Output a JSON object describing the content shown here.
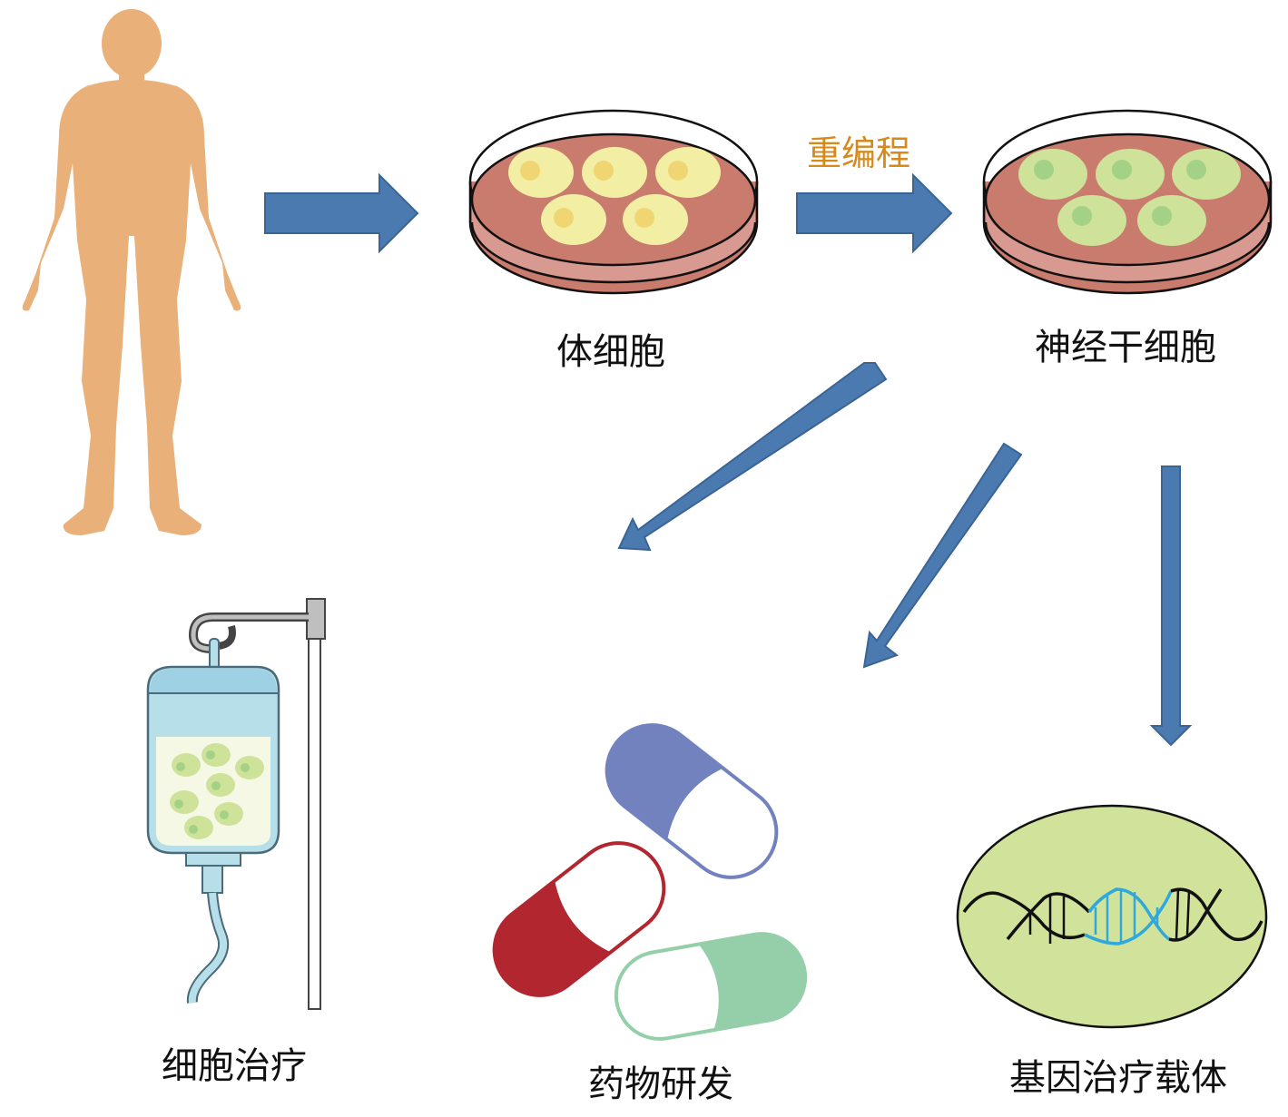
{
  "labels": {
    "somatic_cells": "体细胞",
    "reprogramming": "重编程",
    "neural_stem_cells": "神经干细胞",
    "cell_therapy": "细胞治疗",
    "drug_development": "药物研发",
    "gene_therapy_vector": "基因治疗载体"
  },
  "colors": {
    "arrow": "#4a7ab0",
    "arrow_stroke": "#3a6494",
    "human": "#e9b07a",
    "dish_medium": "#c97b6e",
    "dish_rim": "#d89a90",
    "somatic_cell": "#f2efa4",
    "somatic_nucleus": "#f0d672",
    "stem_cell": "#cfe29a",
    "stem_nucleus": "#a3d287",
    "reprogram_text": "#d68a1e",
    "iv_bag": "#b7dfe9",
    "iv_bag_top": "#9fd1e4",
    "iv_fluid": "#f6f8e6",
    "pill_blue": "#7282bf",
    "pill_red": "#b2262f",
    "pill_green": "#95cfa9",
    "cell_ellipse": "#d1e39b",
    "dna_black": "#111111",
    "dna_blue": "#2fa9dc"
  }
}
